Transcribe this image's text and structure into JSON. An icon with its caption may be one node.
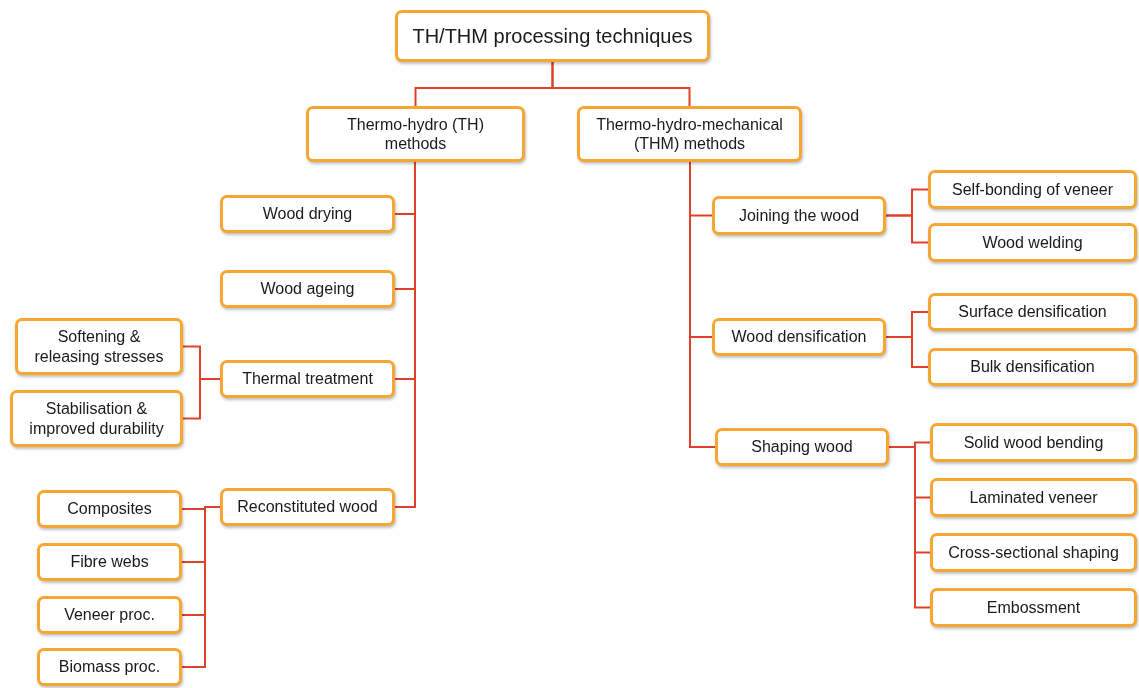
{
  "diagram": {
    "nodes": [
      {
        "text": [
          "TH/THM processing techniques"
        ]
      },
      {
        "text": [
          "Thermo-hydro (TH) methods"
        ]
      },
      {
        "text": [
          "Thermo-hydro-mechanical (THM) methods"
        ]
      },
      {
        "text": [
          "Wood drying"
        ]
      },
      {
        "text": [
          "Wood ageing"
        ]
      },
      {
        "text": [
          "Softening & releasing stresses"
        ]
      },
      {
        "text": [
          "Thermal treatment"
        ]
      },
      {
        "text": [
          "Stabilisation & improved durability"
        ]
      },
      {
        "text": [
          "Reconstituted wood"
        ]
      },
      {
        "text": [
          "Composites"
        ]
      },
      {
        "text": [
          "Fibre webs"
        ]
      },
      {
        "text": [
          "Veneer proc."
        ]
      },
      {
        "text": [
          "Biomass proc."
        ]
      },
      {
        "text": [
          "Joining the wood"
        ]
      },
      {
        "text": [
          "Self-bonding of veneer"
        ]
      },
      {
        "text": [
          "Wood welding"
        ]
      },
      {
        "text": [
          "Wood densification"
        ]
      },
      {
        "text": [
          "Surface densification"
        ]
      },
      {
        "text": [
          "Bulk densification"
        ]
      },
      {
        "text": [
          "Shaping wood"
        ]
      },
      {
        "text": [
          "Solid wood bending"
        ]
      },
      {
        "text": [
          "Laminated veneer"
        ]
      },
      {
        "text": [
          "Cross-sectional shaping"
        ]
      },
      {
        "text": [
          "Embossment"
        ]
      }
    ],
    "edges": [
      {
        "from": 0,
        "to": 1,
        "arrow": "none"
      },
      {
        "from": 0,
        "to": 2,
        "arrow": "none"
      },
      {
        "from": 1,
        "to": 3,
        "arrow": "none"
      },
      {
        "from": 1,
        "to": 4,
        "arrow": "none"
      },
      {
        "from": 1,
        "to": 6,
        "arrow": "none"
      },
      {
        "from": 1,
        "to": 8,
        "arrow": "none"
      },
      {
        "from": 6,
        "to": 5,
        "arrow": "none"
      },
      {
        "from": 6,
        "to": 7,
        "arrow": "none"
      },
      {
        "from": 8,
        "to": 9,
        "arrow": "none"
      },
      {
        "from": 8,
        "to": 10,
        "arrow": "none"
      },
      {
        "from": 8,
        "to": 11,
        "arrow": "none"
      },
      {
        "from": 8,
        "to": 12,
        "arrow": "none"
      },
      {
        "from": 2,
        "to": 13,
        "arrow": "none"
      },
      {
        "from": 2,
        "to": 16,
        "arrow": "none"
      },
      {
        "from": 2,
        "to": 19,
        "arrow": "none"
      },
      {
        "from": 13,
        "to": 14,
        "arrow": "none"
      },
      {
        "from": 13,
        "to": 15,
        "arrow": "none"
      },
      {
        "from": 16,
        "to": 17,
        "arrow": "none"
      },
      {
        "from": 16,
        "to": 18,
        "arrow": "none"
      },
      {
        "from": 19,
        "to": 20,
        "arrow": "none"
      },
      {
        "from": 19,
        "to": 21,
        "arrow": "none"
      },
      {
        "from": 19,
        "to": 22,
        "arrow": "none"
      },
      {
        "from": 19,
        "to": 23,
        "arrow": "none"
      }
    ]
  }
}
